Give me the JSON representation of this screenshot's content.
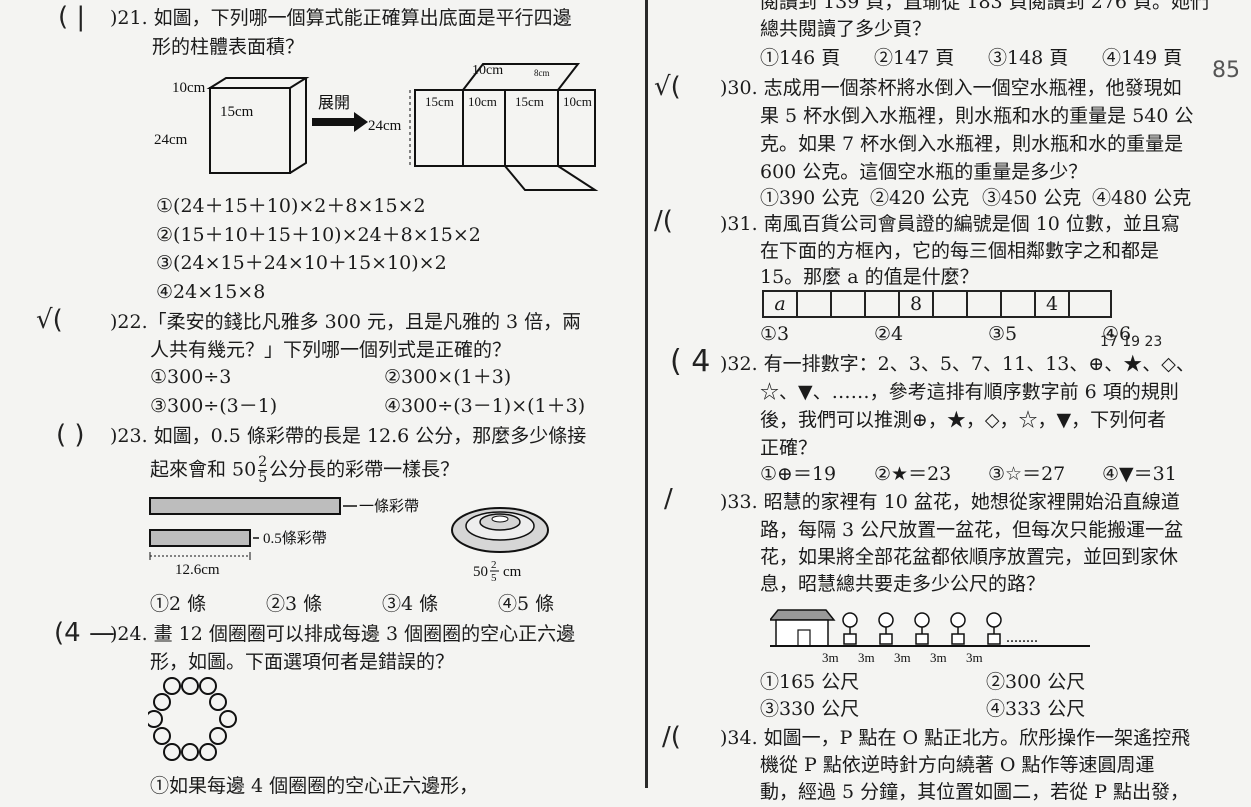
{
  "left": {
    "q21": {
      "mark": "( |",
      "line1": ")21. 如圖，下列哪一個算式能正確算出底面是平行四邊",
      "line2": "形的柱體表面積？",
      "fig": {
        "l10": "10cm",
        "l15": "15cm",
        "l24": "24cm",
        "unfold": "展開",
        "arrow24": "24cm",
        "top10": "10cm",
        "top8": "8cm",
        "cells": [
          "15cm",
          "10cm",
          "15cm",
          "10cm"
        ],
        "tiny": "8cm"
      },
      "options": [
        "①(24＋15＋10)×2＋8×15×2",
        "②(15＋10＋15＋10)×24＋8×15×2",
        "③(24×15＋24×10＋15×10)×2",
        "④24×15×8"
      ]
    },
    "q22": {
      "mark": "√(",
      "line1": ")22.「柔安的錢比凡雅多 300 元，且是凡雅的 3 倍，兩",
      "line2": "人共有幾元？」下列哪一個列式是正確的？",
      "options": [
        "①300÷3",
        "②300×(1＋3)",
        "③300÷(3－1)",
        "④300÷(3－1)×(1＋3)"
      ]
    },
    "q23": {
      "mark": "( )",
      "line1": ")23. 如圖，0.5 條彩帶的長是 12.6 公分，那麼多少條接",
      "line2a": "起來會和 50",
      "frac_n": "2",
      "frac_d": "5",
      "line2b": "公分長的彩帶一樣長？",
      "fig": {
        "one": "一條彩帶",
        "half": "0.5條彩帶",
        "len": "12.6cm",
        "roll": "50",
        "rn": "2",
        "rd": "5",
        "cm": "cm"
      },
      "options": [
        "①2 條",
        "②3 條",
        "③4 條",
        "④5 條"
      ]
    },
    "q24": {
      "mark": "(4 —",
      "line1": ")24. 畫 12 個圈圈可以排成每邊 3 個圈圈的空心正六邊",
      "line2": "形，如圖。下面選項何者是錯誤的？",
      "bottom": "①如果每邊 4 個圈圈的空心正六邊形，"
    }
  },
  "right": {
    "q29": {
      "line0": "閱讀到 139 頁，直瑜從 183 頁閱讀到 276 頁。她們",
      "line1": "總共閱讀了多少頁？",
      "options": [
        "①146 頁",
        "②147 頁",
        "③148 頁",
        "④149 頁"
      ],
      "score": "85"
    },
    "q30": {
      "mark": "√(",
      "line1": ")30. 志成用一個茶杯將水倒入一個空水瓶裡，他發現如",
      "line2": "果 5 杯水倒入水瓶裡，則水瓶和水的重量是 540 公",
      "line3": "克。如果 7 杯水倒入水瓶裡，則水瓶和水的重量是",
      "line4": "600 公克。這個空水瓶的重量是多少？",
      "options": [
        "①390 公克",
        "②420 公克",
        "③450 公克",
        "④480 公克"
      ]
    },
    "q31": {
      "mark": "/(",
      "line1": ")31. 南風百貨公司會員證的編號是個 10 位數，並且寫",
      "line2": "在下面的方框內，它的每三個相鄰數字之和都是",
      "line3": "15。那麼 a 的值是什麼？",
      "cells": [
        "a",
        "",
        "",
        "",
        "8",
        "",
        "",
        "",
        "4",
        ""
      ],
      "options": [
        "①3",
        "②4",
        "③5",
        "④6"
      ]
    },
    "q32": {
      "mark": "( 4",
      "line1": ")32. 有一排數字：2、3、5、7、11、13、⊕、★、◇、",
      "line2": "☆、▼、……，參考這排有順序數字前 6 項的規則",
      "line3": "後，我們可以推測⊕，★，◇，☆，▼，下列何者",
      "line4": "正確？",
      "notes": "17  19  23",
      "options": [
        "①⊕＝19",
        "②★＝23",
        "③☆＝27",
        "④▼＝31"
      ]
    },
    "q33": {
      "mark": "/",
      "line1": ")33. 昭慧的家裡有 10 盆花，她想從家裡開始沿直線道",
      "line2": "路，每隔 3 公尺放置一盆花，但每次只能搬運一盆",
      "line3": "花，如果將全部花盆都依順序放置完，並回到家休",
      "line4": "息，昭慧總共要走多少公尺的路？",
      "fig": {
        "gap": "3m",
        "dots": "........"
      },
      "options": [
        "①165 公尺",
        "②300 公尺",
        "③330 公尺",
        "④333 公尺"
      ]
    },
    "q34": {
      "mark": "/(",
      "line1": ")34. 如圖一，P 點在 O 點正北方。欣彤操作一架遙控飛",
      "line2": "機從 P 點依逆時針方向繞著 O 點作等速圓周運",
      "line3": "動，經過 5 分鐘，其位置如圖二，若從 P 點出發，"
    }
  }
}
